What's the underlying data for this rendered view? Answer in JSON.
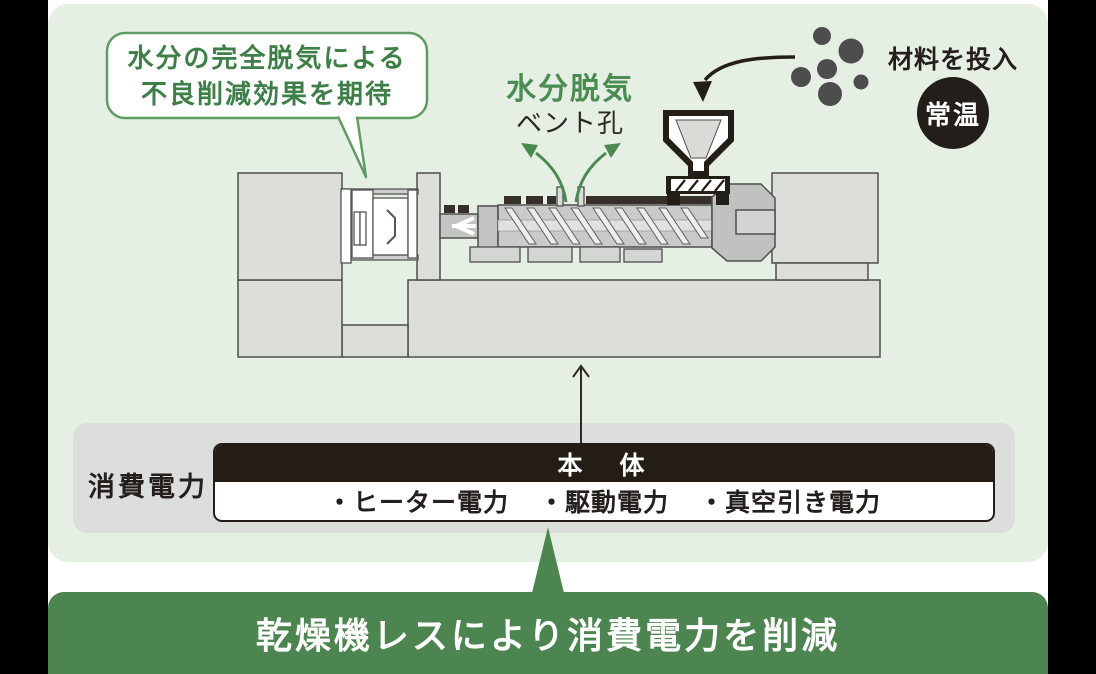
{
  "diagram": {
    "callout": {
      "line1": "水分の完全脱気による",
      "line2": "不良削減効果を期待"
    },
    "vent": {
      "title": "水分脱気",
      "label": "ベント孔"
    },
    "material": {
      "label": "材料を投入",
      "badge": "常温"
    },
    "power_panel": {
      "label": "消費電力",
      "box_header": "本　体",
      "items": [
        "・ヒーター電力",
        "・駆動電力",
        "・真空引き電力"
      ]
    },
    "banner": {
      "text": "乾燥機レスにより消費電力を削減"
    },
    "colors": {
      "background": "#000000",
      "panel_green": "#e6efe4",
      "accent_green": "#4a8c52",
      "banner_green": "#4d8551",
      "gray_panel": "#dcdedc",
      "dark": "#241e1a",
      "machine_gray": "#dcdeda",
      "pellet_gray": "#4d4d4d"
    }
  }
}
